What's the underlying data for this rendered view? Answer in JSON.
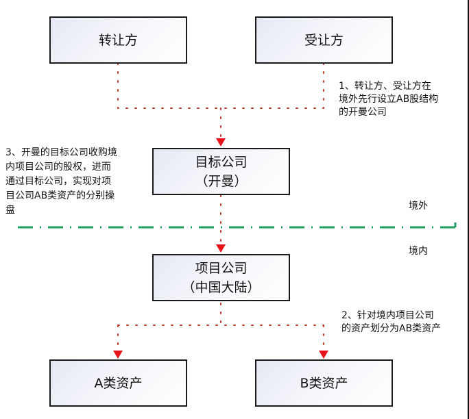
{
  "diagram": {
    "nodes": {
      "transferor": {
        "label": "转让方"
      },
      "transferee": {
        "label": "受让方"
      },
      "target": {
        "line1": "目标公司",
        "line2": "（开曼）"
      },
      "project": {
        "line1": "项目公司",
        "line2": "（中国大陆）"
      },
      "asset_a": {
        "label": "A类资产"
      },
      "asset_b": {
        "label": "B类资产"
      }
    },
    "notes": {
      "step1": [
        "1、转让方、受让方在",
        "境外先行设立AB股结构",
        "的开曼公司"
      ],
      "step2": [
        "2、针对境内项目公司",
        "的资产划分为AB类资产"
      ],
      "step3": [
        "3、开曼的目标公司收购境",
        "内项目公司的股权，进而",
        "通过目标公司，实现对项",
        "目公司AB类资产的分别操",
        "盘"
      ]
    },
    "zones": {
      "offshore": "境外",
      "onshore": "境内"
    },
    "colors": {
      "connector": "#c0392b",
      "arrow": "#e8141b",
      "boundary": "#1e9e5a",
      "border": "#1a1a1a"
    }
  }
}
